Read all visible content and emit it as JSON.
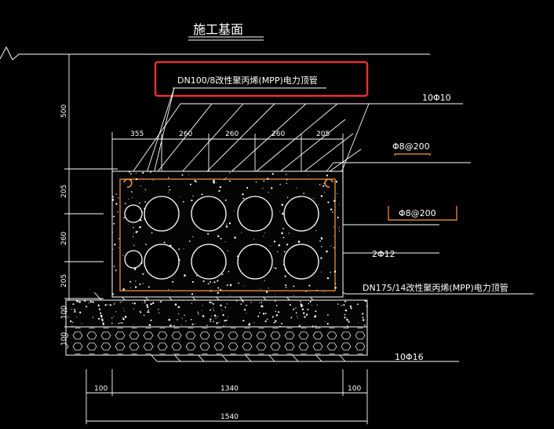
{
  "drawing": {
    "title": "施工基面",
    "annotations": {
      "small_pipe": "DN100/8改性聚丙烯(MPP)电力顶管",
      "top_rebar": "10Φ10",
      "stirrup_1": "Φ8@200",
      "stirrup_2": "Φ8@200",
      "side_rebar": "2Φ12",
      "large_pipe": "DN175/14改性聚丙烯(MPP)电力顶管",
      "bottom_rebar": "10Φ16"
    },
    "dimensions": {
      "top": [
        "355",
        "260",
        "260",
        "260",
        "205"
      ],
      "left": [
        "500",
        "205",
        "260",
        "205",
        "100",
        "100"
      ],
      "bottom_1": [
        "100",
        "1340",
        "100"
      ],
      "bottom_2": "1540"
    },
    "colors": {
      "background": "#000000",
      "lines": "#ffffff",
      "highlight": "#e53030",
      "rebar": "#ff9a3c"
    }
  }
}
